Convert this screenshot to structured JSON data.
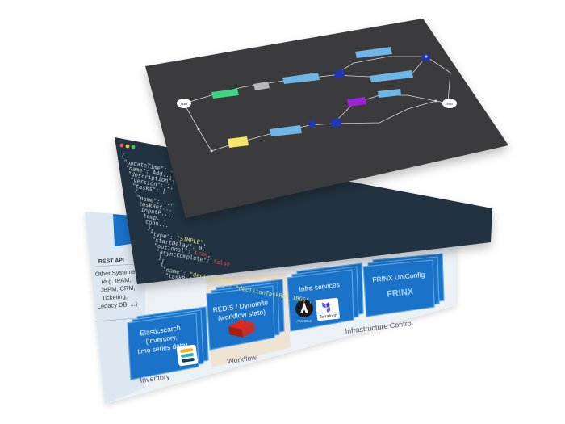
{
  "bottom_layer": {
    "left_panel": {
      "rest_api": "REST API",
      "other_systems": [
        "Other Systems",
        "(e.g. IPAM,",
        "JBPM, CRM,",
        "Ticketing,",
        "Legacy DB, ...)"
      ]
    },
    "inventory": {
      "card_lines": [
        "Elasticsearch",
        "(Inventory,",
        "time series data)"
      ],
      "section_label": "Inventory"
    },
    "workflow": {
      "card_lines": [
        "REDIS / Dynomite",
        "(workflow state)"
      ],
      "section_label": "Workflow"
    },
    "infrastructure": {
      "infra_card_title": "Infra services",
      "ansible_label": "ANSIBLE",
      "terraform_label": "Terraform",
      "uniconfig_title": "FRINX UniConfig",
      "uniconfig_logo": "FRINX",
      "section_label": "Infrastructure Control"
    },
    "colors": {
      "panel_bg": "#dde7f1",
      "card_blue": "#1a73c9",
      "card_border": "#5aa6e6",
      "workflow_bg": "#efe3d3"
    }
  },
  "code_layer": {
    "lines": [
      "{",
      "  \"updateTime\": ...,",
      "  \"name\": \"Add...",
      "  \"description\": ...",
      "  \"version\": 1,",
      "  \"tasks\": [",
      "    {",
      "      \"name\": ...",
      "      \"taskRef...",
      "      \"inputP...",
      "        \"temp...",
      "        \"conn...",
      "      },",
      "      \"type\": \"SIMPLE\",",
      "      \"startDelay\": 0,",
      "      \"optional\": true,",
      "      \"asyncComplete\": false",
      "    },",
      "    {",
      "      \"name\": \"decisionTask\",",
      "      \"taskReferenceName\": \"decisionTaskRef_1BGS\","
    ],
    "colors": {
      "bg": "#233240",
      "key": "#cdd5dc",
      "string": "#d9e27a",
      "bool": "#e2504a"
    }
  },
  "workflow_layer": {
    "start_label": "Start",
    "end_label": "End",
    "colors": {
      "bg": "#3b3b3d",
      "node_blue": "#6fb5e6",
      "node_green": "#3bd67f",
      "node_gray": "#b9b9b9",
      "node_yellow": "#f3e66b",
      "node_navy": "#1f37b6",
      "node_purple": "#9a24d6",
      "line": "#d8d8d8"
    }
  }
}
